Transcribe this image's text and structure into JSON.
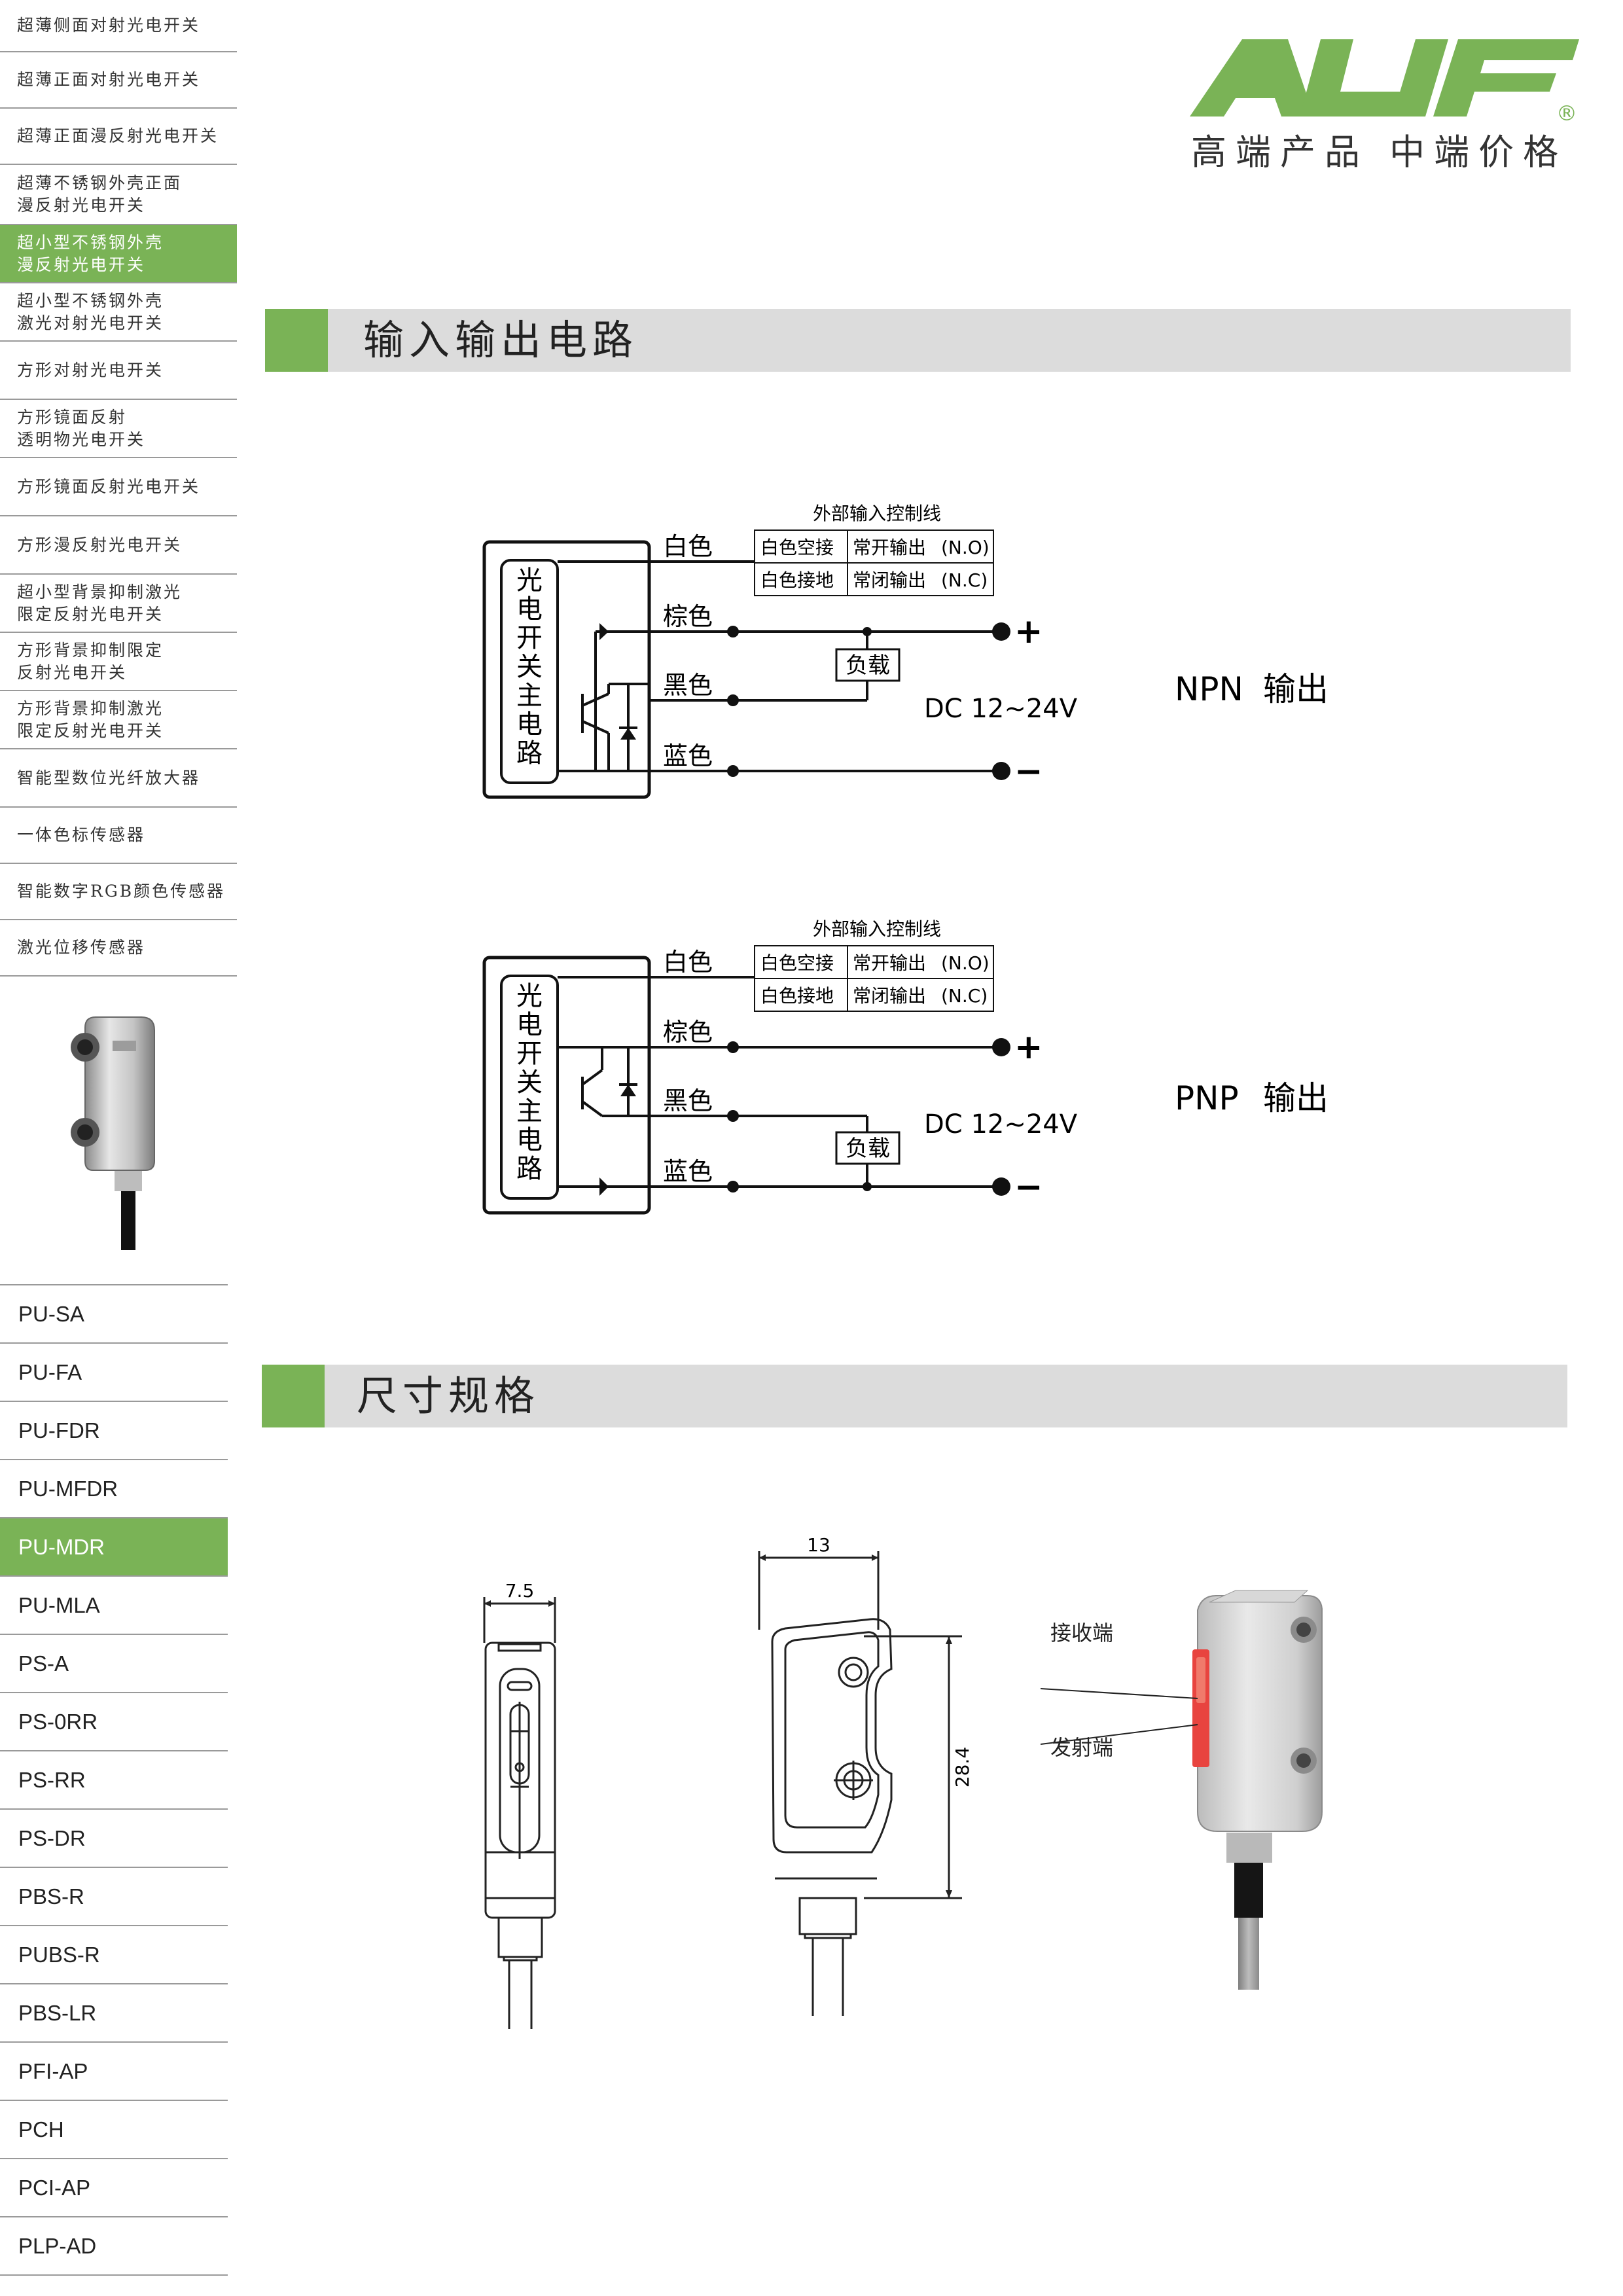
{
  "categories": [
    {
      "lines": [
        "超薄侧面对射光电开关"
      ],
      "active": false
    },
    {
      "lines": [
        "超薄正面对射光电开关"
      ],
      "active": false
    },
    {
      "lines": [
        "超薄正面漫反射光电开关"
      ],
      "active": false
    },
    {
      "lines": [
        "超薄不锈钢外壳正面",
        "漫反射光电开关"
      ],
      "active": false
    },
    {
      "lines": [
        "超小型不锈钢外壳",
        "漫反射光电开关"
      ],
      "active": true
    },
    {
      "lines": [
        "超小型不锈钢外壳",
        "激光对射光电开关"
      ],
      "active": false
    },
    {
      "lines": [
        "方形对射光电开关"
      ],
      "active": false
    },
    {
      "lines": [
        "方形镜面反射",
        "透明物光电开关"
      ],
      "active": false
    },
    {
      "lines": [
        "方形镜面反射光电开关"
      ],
      "active": false
    },
    {
      "lines": [
        "方形漫反射光电开关"
      ],
      "active": false
    },
    {
      "lines": [
        "超小型背景抑制激光",
        "限定反射光电开关"
      ],
      "active": false
    },
    {
      "lines": [
        "方形背景抑制限定",
        "反射光电开关"
      ],
      "active": false
    },
    {
      "lines": [
        "方形背景抑制激光",
        "限定反射光电开关"
      ],
      "active": false
    },
    {
      "lines": [
        "智能型数位光纤放大器"
      ],
      "active": false
    },
    {
      "lines": [
        "一体色标传感器"
      ],
      "active": false
    },
    {
      "lines": [
        "智能数字RGB颜色传感器"
      ],
      "active": false
    },
    {
      "lines": [
        "激光位移传感器"
      ],
      "active": false
    }
  ],
  "models": [
    {
      "label": "PU-SA",
      "active": false
    },
    {
      "label": "PU-FA",
      "active": false
    },
    {
      "label": "PU-FDR",
      "active": false
    },
    {
      "label": "PU-MFDR",
      "active": false
    },
    {
      "label": "PU-MDR",
      "active": true
    },
    {
      "label": "PU-MLA",
      "active": false
    },
    {
      "label": "PS-A",
      "active": false
    },
    {
      "label": "PS-0RR",
      "active": false
    },
    {
      "label": "PS-RR",
      "active": false
    },
    {
      "label": "PS-DR",
      "active": false
    },
    {
      "label": "PBS-R",
      "active": false
    },
    {
      "label": "PUBS-R",
      "active": false
    },
    {
      "label": "PBS-LR",
      "active": false
    },
    {
      "label": "PFI-AP",
      "active": false
    },
    {
      "label": "PCH",
      "active": false
    },
    {
      "label": "PCI-AP",
      "active": false
    },
    {
      "label": "PLP-AD",
      "active": false
    }
  ],
  "logo": {
    "text": "ALIF",
    "registered": "®",
    "color": "#7ab356"
  },
  "slogan": "高端产品 中端价格",
  "sections": {
    "io_title": "输入输出电路",
    "dim_title": "尺寸规格"
  },
  "circuit": {
    "box_label": [
      "光",
      "电",
      "开",
      "关",
      "主",
      "电",
      "路"
    ],
    "wires": [
      "白色",
      "棕色",
      "黑色",
      "蓝色"
    ],
    "control_title": "外部输入控制线",
    "control_rows": [
      {
        "condition": "白色空接",
        "output": "常开输出",
        "code": "(N.O)"
      },
      {
        "condition": "白色接地",
        "output": "常闭输出",
        "code": "(N.C)"
      }
    ],
    "load": "负载",
    "plus": "+",
    "minus": "−",
    "dc": "DC 12~24V",
    "npn": {
      "type": "NPN",
      "suffix": "输出"
    },
    "pnp": {
      "type": "PNP",
      "suffix": "输出"
    }
  },
  "dimensions": {
    "width_front": "7.5",
    "width_side": "13",
    "height_side": "28.4",
    "receiver": "接收端",
    "emitter": "发射端"
  },
  "colors": {
    "accent": "#7ab356",
    "bar": "#dcdcdc",
    "sensor_red": "#e8443f"
  }
}
